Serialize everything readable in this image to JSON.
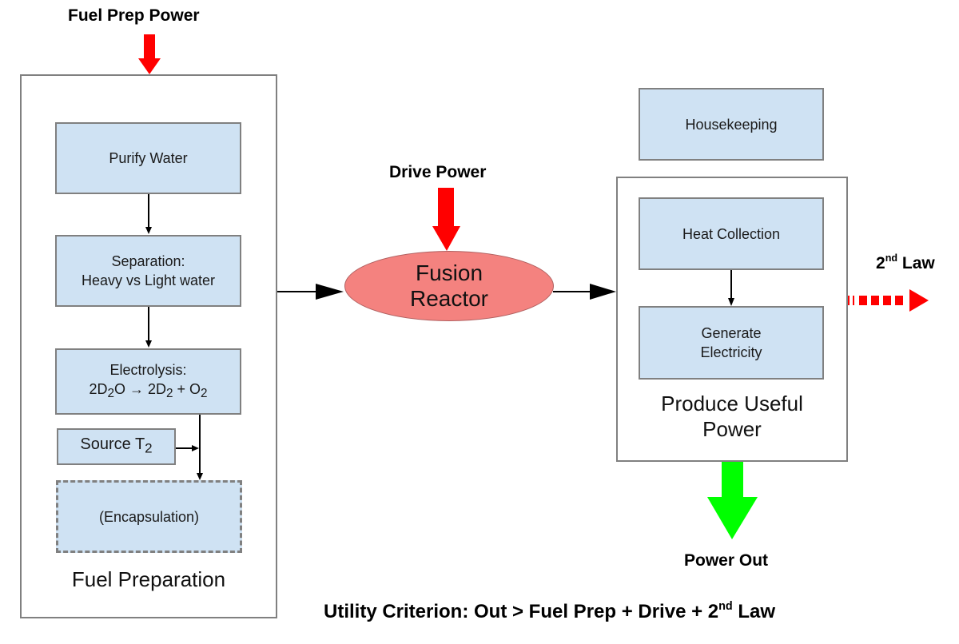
{
  "labels": {
    "fuel_prep_power": "Fuel Prep Power",
    "drive_power": "Drive Power",
    "power_out": "Power Out",
    "second_law": {
      "prefix": "2",
      "sup": "nd",
      "suffix": " Law"
    },
    "utility_criterion": {
      "prefix": "Utility Criterion:  Out > Fuel Prep + Drive + 2",
      "sup": "nd",
      "suffix": " Law"
    }
  },
  "fuel_preparation": {
    "title": "Fuel Preparation",
    "steps": {
      "purify": "Purify Water",
      "separation_line1": "Separation:",
      "separation_line2": "Heavy vs Light water",
      "electrolysis_line1": "Electrolysis:",
      "electrolysis_eq": {
        "a": "2D",
        "a_sub": "2",
        "b": "O → 2D",
        "b_sub": "2",
        "c": " + O",
        "c_sub": "2"
      },
      "source_t2": {
        "text": "Source T",
        "sub": "2"
      },
      "encapsulation": "(Encapsulation)"
    }
  },
  "reactor": {
    "line1": "Fusion",
    "line2": "Reactor"
  },
  "produce_power": {
    "title_line1": "Produce Useful",
    "title_line2": "Power",
    "housekeeping": "Housekeeping",
    "heat_collection": "Heat Collection",
    "generate_line1": "Generate",
    "generate_line2": "Electricity"
  },
  "colors": {
    "input_arrow": "#ff0000",
    "output_arrow": "#00ff00",
    "reactor_fill": "#f4827f",
    "box_fill": "#cfe2f3",
    "border": "#808080"
  }
}
